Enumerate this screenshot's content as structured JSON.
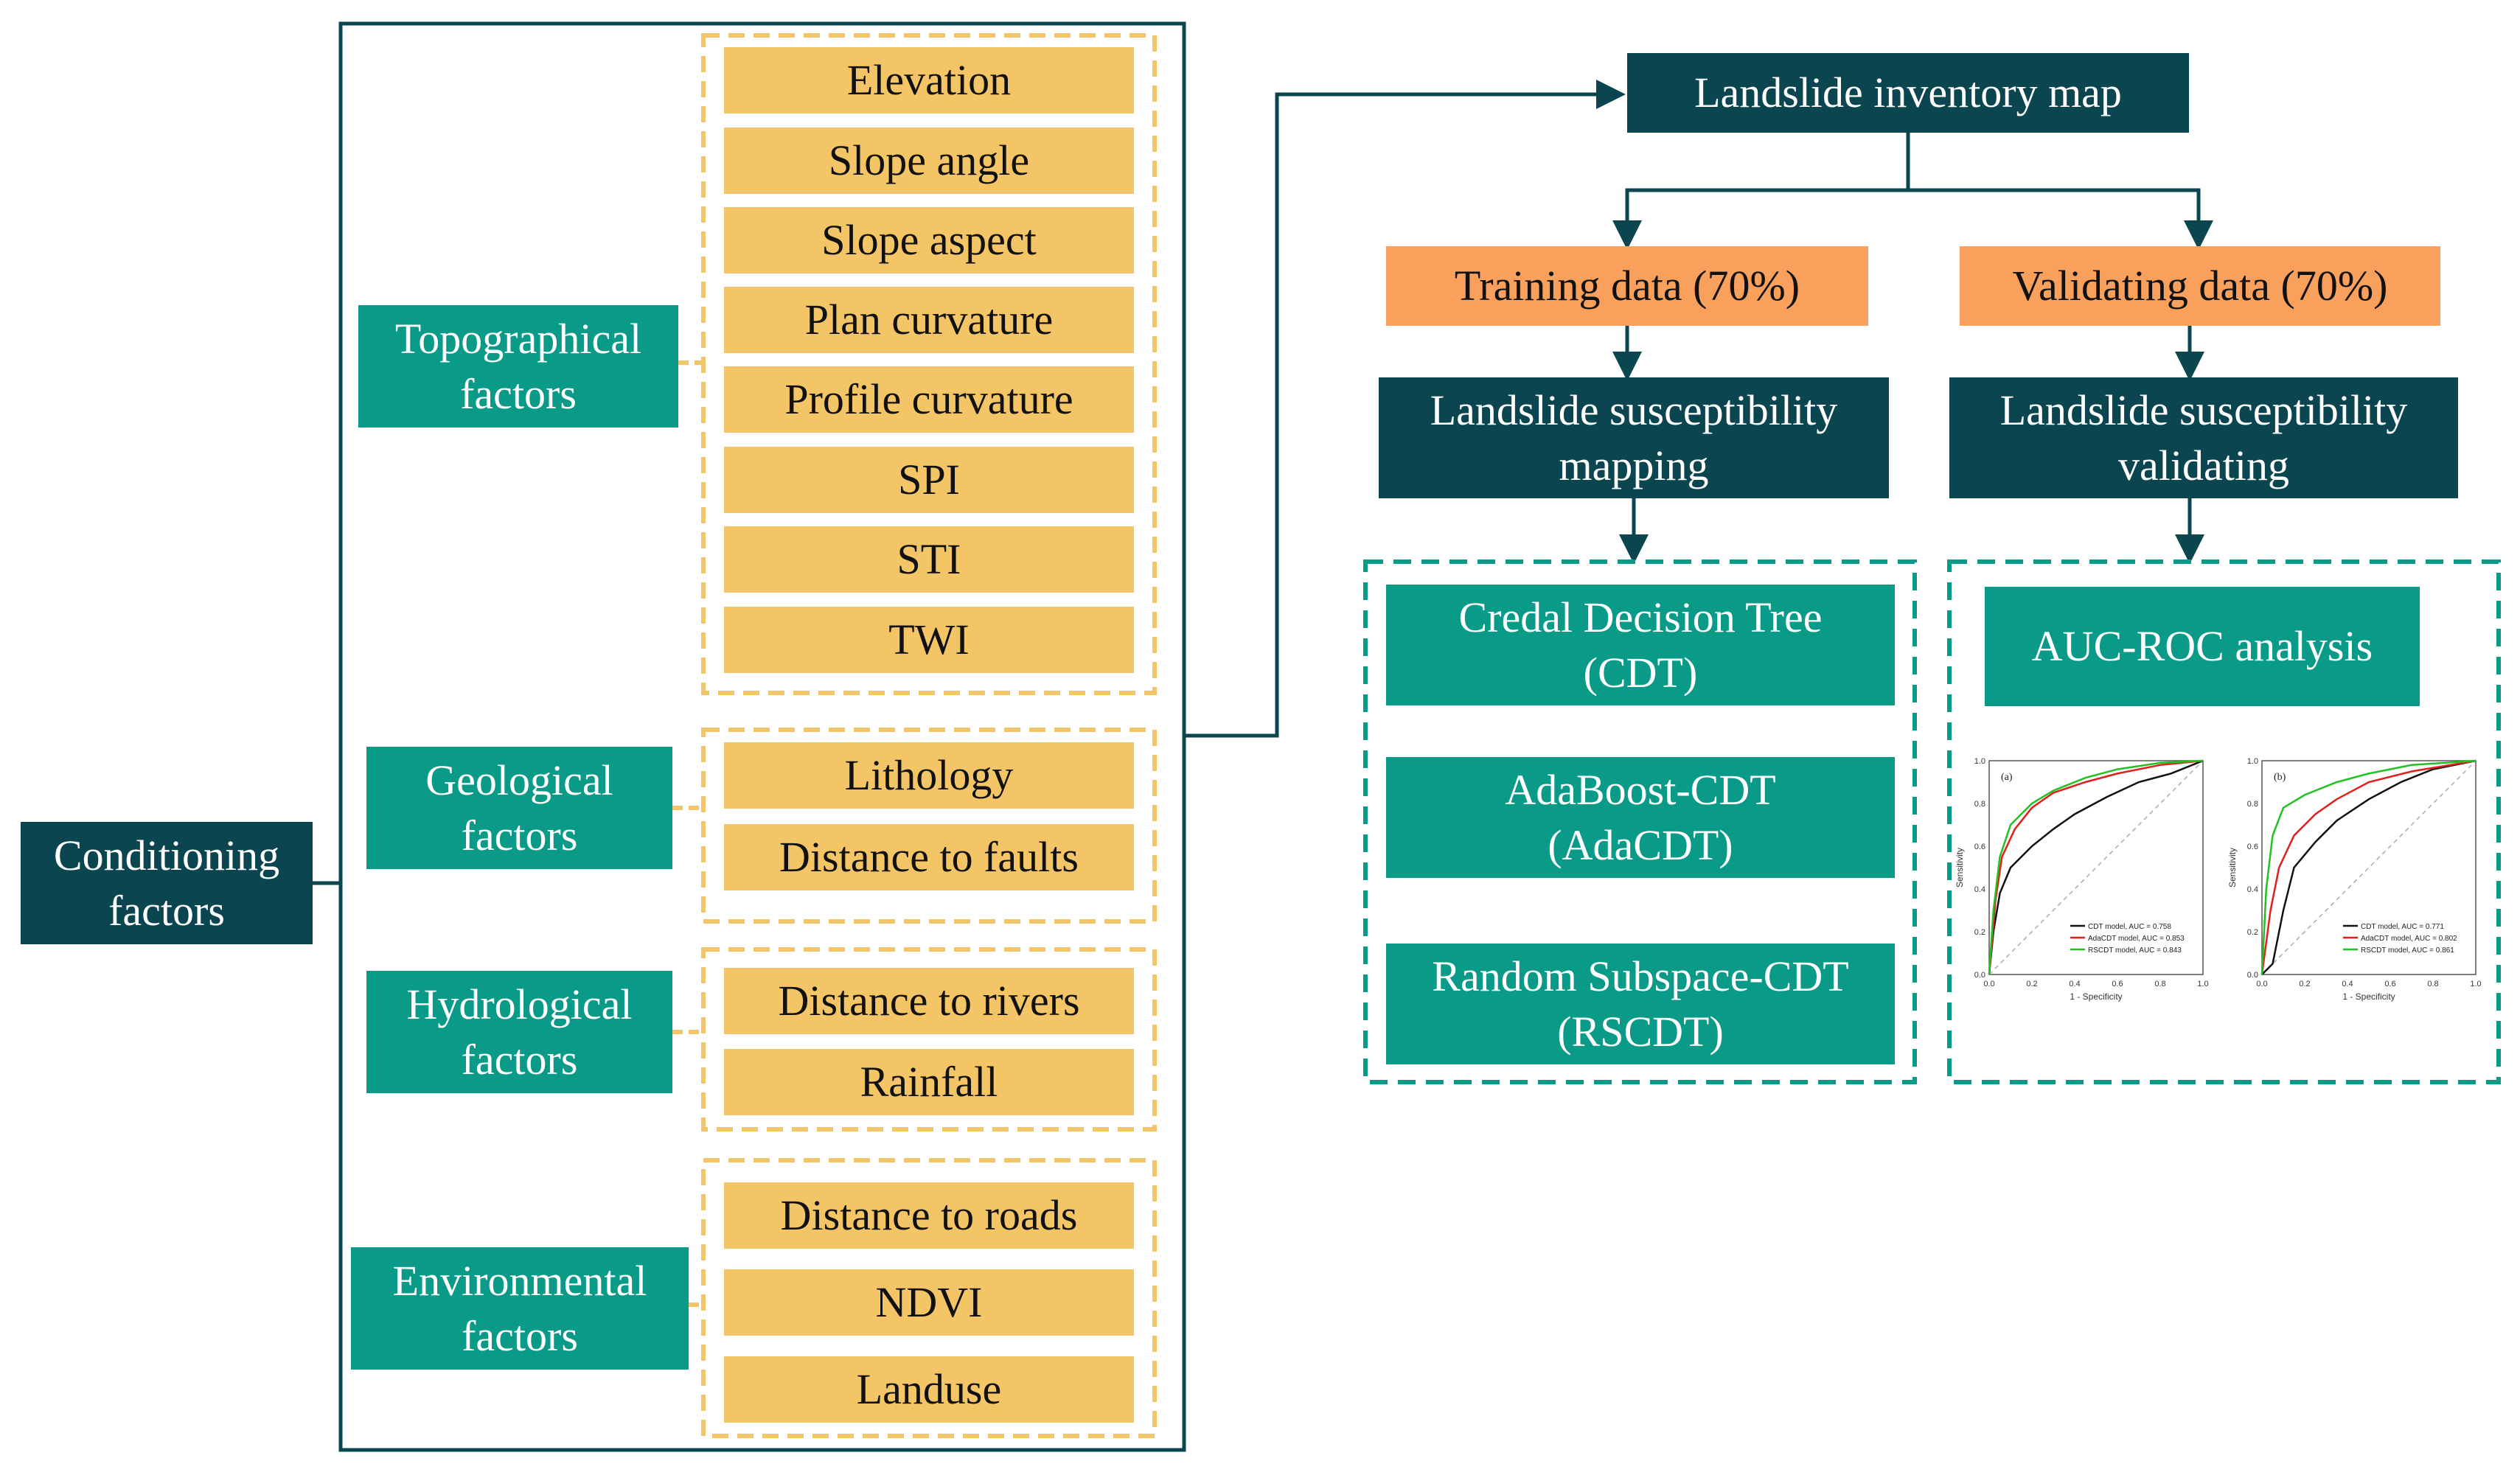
{
  "root": {
    "line1": "Conditioning",
    "line2": "factors"
  },
  "groups": [
    {
      "label1": "Topographical",
      "label2": "factors",
      "items": [
        "Elevation",
        "Slope angle",
        "Slope aspect",
        "Plan curvature",
        "Profile curvature",
        "SPI",
        "STI",
        "TWI"
      ]
    },
    {
      "label1": "Geological",
      "label2": "factors",
      "items": [
        "Lithology",
        "Distance to faults"
      ]
    },
    {
      "label1": "Hydrological",
      "label2": "factors",
      "items": [
        "Distance to rivers",
        "Rainfall"
      ]
    },
    {
      "label1": "Environmental",
      "label2": "factors",
      "items": [
        "Distance to roads",
        "NDVI",
        "Landuse"
      ]
    }
  ],
  "inventory": "Landslide inventory map",
  "training": "Training data (70%)",
  "validating": "Validating data (70%)",
  "mapping": {
    "line1": "Landslide susceptibility",
    "line2": "mapping"
  },
  "validation": {
    "line1": "Landslide susceptibility",
    "line2": "validating"
  },
  "models": [
    {
      "line1": "Credal Decision Tree",
      "line2": "(CDT)"
    },
    {
      "line1": "AdaBoost-CDT",
      "line2": "(AdaCDT)"
    },
    {
      "line1": "Random Subspace-CDT",
      "line2": "(RSCDT)"
    }
  ],
  "auc": "AUC-ROC analysis",
  "roc_charts": [
    {
      "panel": "(a)",
      "xlabel": "1 - Specificity",
      "ylabel": "Sensitivity",
      "xticks": [
        "0.0",
        "0.2",
        "0.4",
        "0.6",
        "0.8",
        "1.0"
      ],
      "yticks": [
        "0.0",
        "0.2",
        "0.4",
        "0.6",
        "0.8",
        "1.0"
      ],
      "legend": [
        "CDT model, AUC = 0.758",
        "AdaCDT model, AUC = 0.853",
        "RSCDT model, AUC = 0.843"
      ]
    },
    {
      "panel": "(b)",
      "xlabel": "1 - Specificity",
      "ylabel": "Sensitivity",
      "xticks": [
        "0.0",
        "0.2",
        "0.4",
        "0.6",
        "0.8",
        "1.0"
      ],
      "yticks": [
        "0.0",
        "0.2",
        "0.4",
        "0.6",
        "0.8",
        "1.0"
      ],
      "legend": [
        "CDT model, AUC = 0.771",
        "AdaCDT model, AUC = 0.802",
        "RSCDT model, AUC = 0.861"
      ]
    }
  ],
  "colors": {
    "dark": "#0a4550",
    "teal": "#0a9a88",
    "gold": "#f3c566",
    "orange": "#f9a15c",
    "dash_gold": "#f3c566",
    "dash_teal": "#0a9a88",
    "roc_cdt": "#111111",
    "roc_ada": "#e0201b",
    "roc_rs": "#22c022"
  }
}
